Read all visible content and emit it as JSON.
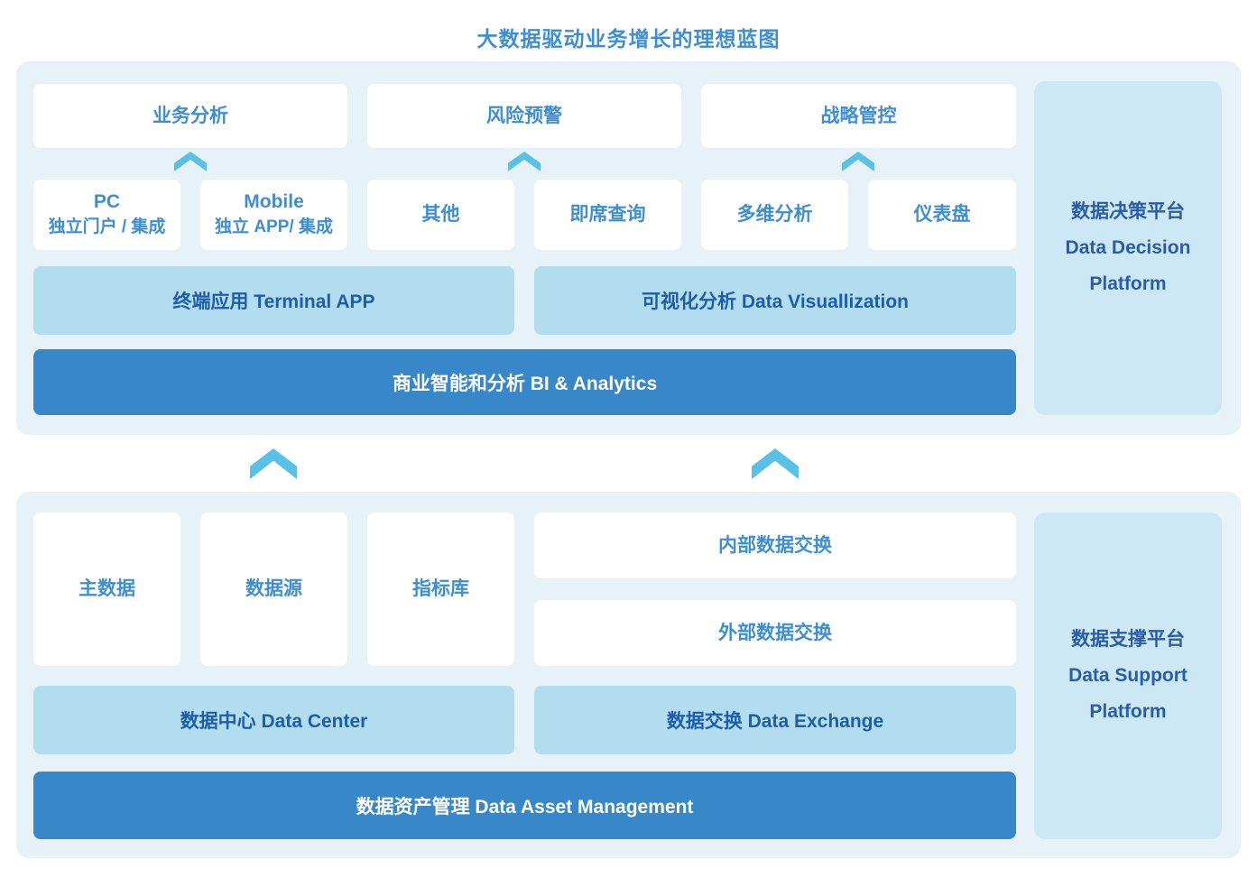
{
  "title": "大数据驱动业务增长的理想蓝图",
  "colors": {
    "panel_bg": "#e7f1f8",
    "sidebar_bg": "#cde8f5",
    "box_bg": "#ffffff",
    "light_bar_bg": "#b2ddef",
    "dark_bar_bg": "#3787c9",
    "box_text": "#3e8ed3",
    "bar_text": "#1e5dad",
    "sidebar_text": "#2a5caa",
    "dark_bar_text": "#ffffff",
    "arrow": "#58c1e5"
  },
  "top_section": {
    "row1": [
      "业务分析",
      "风险预警",
      "战略管控"
    ],
    "row2": [
      {
        "lines": [
          "PC",
          "独立门户 / 集成"
        ]
      },
      {
        "lines": [
          "Mobile",
          "独立 APP/ 集成"
        ]
      },
      {
        "lines": [
          "其他"
        ]
      },
      {
        "lines": [
          "即席查询"
        ]
      },
      {
        "lines": [
          "多维分析"
        ]
      },
      {
        "lines": [
          "仪表盘"
        ]
      }
    ],
    "light_bars": [
      "终端应用 Terminal APP",
      "可视化分析 Data Visuallization"
    ],
    "dark_bar": "商业智能和分析 BI & Analytics",
    "sidebar": {
      "lines": [
        "数据决策平台",
        "Data Decision",
        "Platform"
      ]
    }
  },
  "bottom_section": {
    "left_boxes": [
      "主数据",
      "数据源",
      "指标库"
    ],
    "right_boxes": [
      "内部数据交换",
      "外部数据交换"
    ],
    "light_bars": [
      "数据中心 Data Center",
      "数据交换 Data Exchange"
    ],
    "dark_bar": "数据资产管理 Data Asset Management",
    "sidebar": {
      "lines": [
        "数据支撑平台",
        "Data Support",
        "Platform"
      ]
    }
  }
}
